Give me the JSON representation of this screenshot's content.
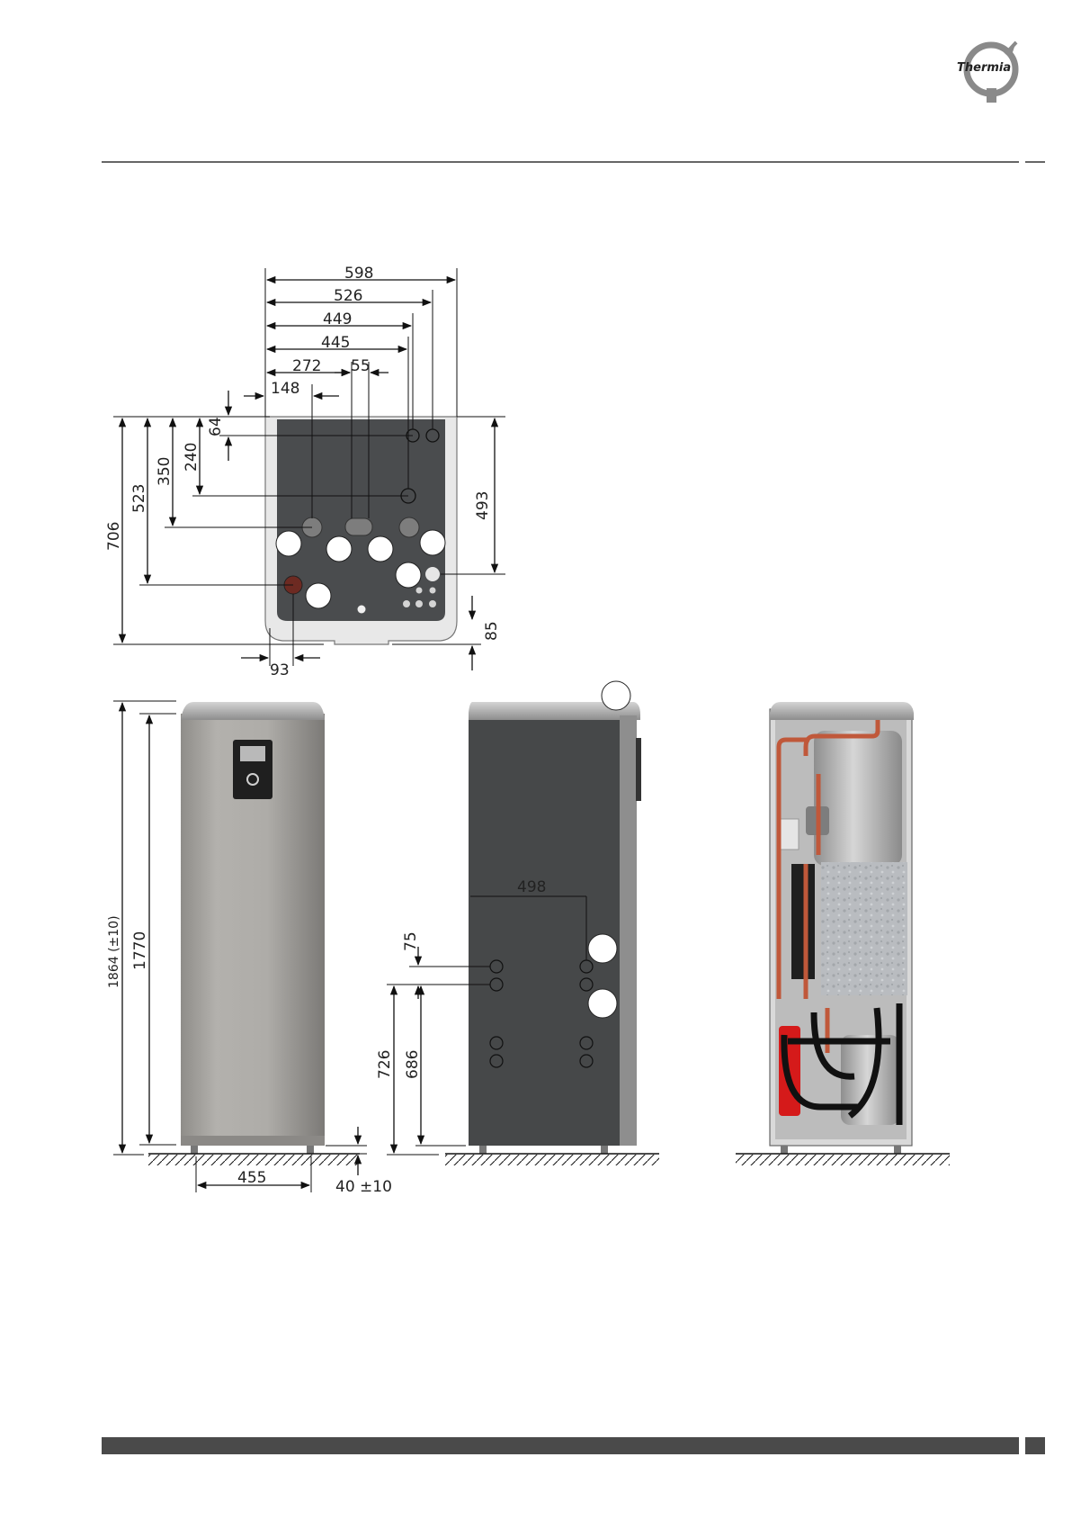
{
  "brand": {
    "logo_text": "Thermia",
    "logo_color": "#8a8a8a",
    "accent_dark": "#4a4a4a"
  },
  "top_view": {
    "width_598": "598",
    "width_526": "526",
    "width_449": "449",
    "width_445": "445",
    "width_272": "272",
    "width_55": "55",
    "width_148": "148",
    "width_93": "93",
    "depth_706": "706",
    "depth_523": "523",
    "depth_350": "350",
    "depth_240": "240",
    "depth_64": "64",
    "depth_493": "493",
    "depth_85": "85"
  },
  "front_view": {
    "height_total": "1864 (±10)",
    "height_body": "1770",
    "feet_width": "455",
    "feet_height": "40 ±10"
  },
  "side_view": {
    "depth_498": "498",
    "offset_75": "75",
    "height_726": "726",
    "height_686": "686"
  },
  "colors": {
    "panel_dark": "#4a4c4e",
    "cabinet_silver": "#a9a7a3",
    "copper": "#c0583a",
    "insulation": "#b9bcc0"
  }
}
